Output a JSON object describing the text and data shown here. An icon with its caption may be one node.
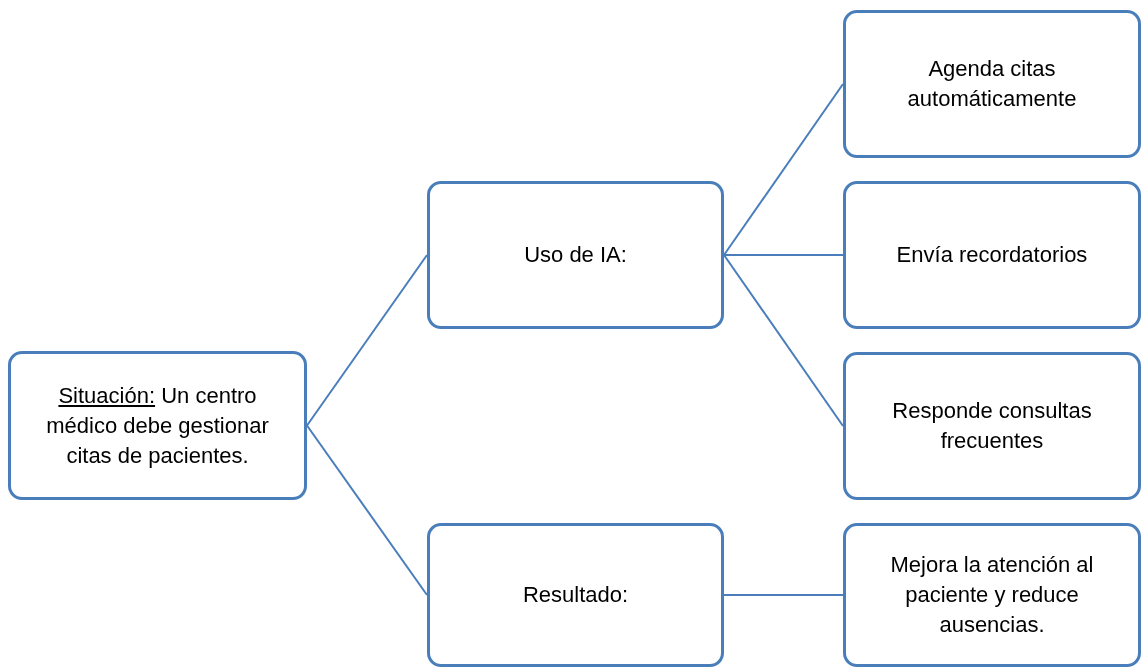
{
  "diagram": {
    "nodes": [
      {
        "text": [
          "Situación:",
          "Un centro médico debe gestionar citas de pacientes."
        ]
      },
      {
        "text": [
          "Uso de IA:"
        ]
      },
      {
        "text": [
          "Resultado:"
        ]
      },
      {
        "text": [
          "Agenda citas automáticamente"
        ]
      },
      {
        "text": [
          "Envía recordatorios"
        ]
      },
      {
        "text": [
          "Responde consultas frecuentes"
        ]
      },
      {
        "text": [
          "Mejora la atención al paciente y reduce ausencias."
        ]
      }
    ],
    "edges": [
      {
        "from": 0,
        "to": 1,
        "arrow": "none"
      },
      {
        "from": 0,
        "to": 2,
        "arrow": "none"
      },
      {
        "from": 1,
        "to": 3,
        "arrow": "none"
      },
      {
        "from": 1,
        "to": 4,
        "arrow": "none"
      },
      {
        "from": 1,
        "to": 5,
        "arrow": "none"
      },
      {
        "from": 2,
        "to": 6,
        "arrow": "none"
      }
    ]
  }
}
